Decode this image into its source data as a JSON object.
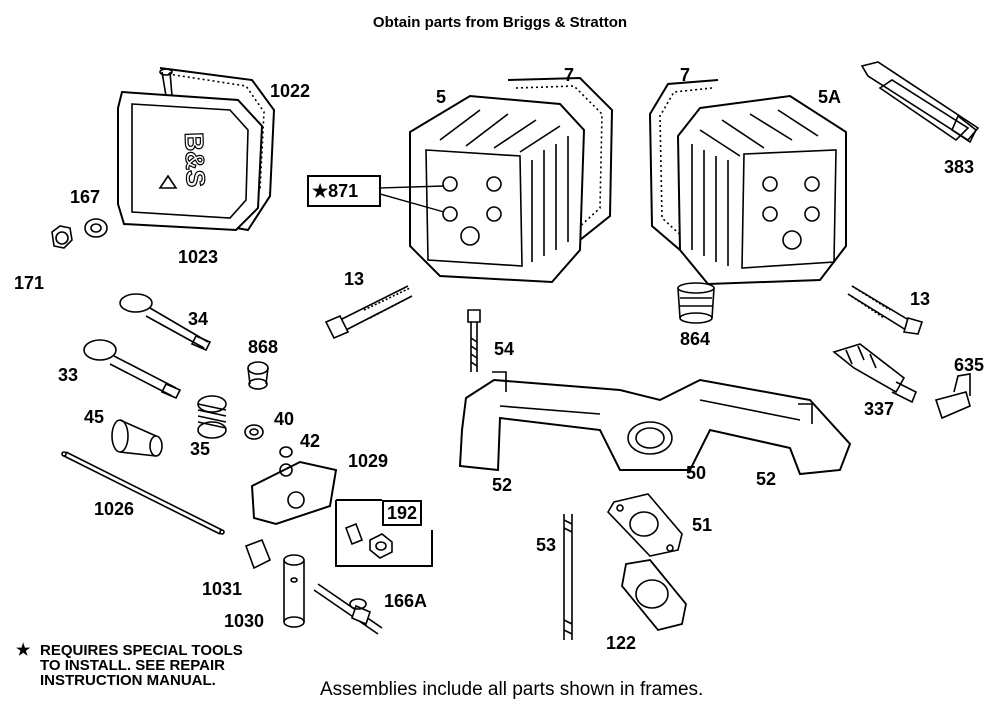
{
  "title": "Obtain parts from Briggs & Stratton",
  "labels": {
    "p1022": "1022",
    "p167": "167",
    "p1023": "1023",
    "p171": "171",
    "p5": "5",
    "p7a": "7",
    "p7b": "7",
    "p5A": "5A",
    "p383": "383",
    "p871": "871",
    "p13a": "13",
    "p13b": "13",
    "p34": "34",
    "p33": "33",
    "p868": "868",
    "p864": "864",
    "p54": "54",
    "p635": "635",
    "p337": "337",
    "p45": "45",
    "p35": "35",
    "p40": "40",
    "p42": "42",
    "p1029": "1029",
    "p52a": "52",
    "p50": "50",
    "p52b": "52",
    "p1026": "1026",
    "p192": "192",
    "p51": "51",
    "p53": "53",
    "p1031": "1031",
    "p166A": "166A",
    "p1030": "1030",
    "p122": "122"
  },
  "note": {
    "star": "★",
    "lines": [
      "REQUIRES SPECIAL TOOLS",
      "TO INSTALL.  SEE REPAIR",
      "INSTRUCTION MANUAL."
    ]
  },
  "star_symbol": "★",
  "assemblies_note": "Assemblies include all parts shown in frames."
}
